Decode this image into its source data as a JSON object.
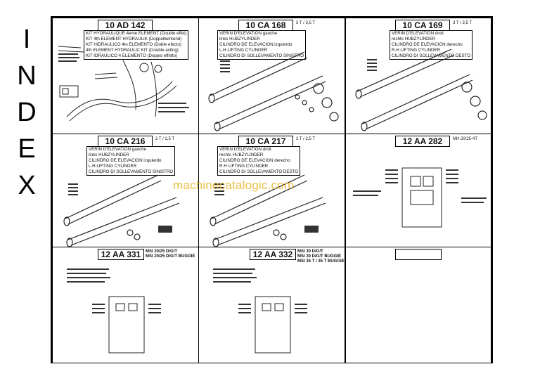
{
  "side_title": [
    "I",
    "N",
    "D",
    "E",
    "X"
  ],
  "watermark": "machinecatalogic.com",
  "cells": [
    {
      "ref": "10 AD 142",
      "sub": "",
      "lines": [
        "KIT HYDRAULIQUE 4eme ELEMENT (Double effet)",
        "KIT 4th ELEMENT HYDRAULIK (Doppeltwirkend)",
        "KIT HIDRAULICO 4to ELEMENTO (Doble efecto)",
        "4th ELEMENT HYDRAULIC KIT (Double acting)",
        "KIT IDRAULICO 4 ELEMENTO (Doppio effetto)"
      ]
    },
    {
      "ref": "10 CA 168",
      "sub": "3 T / 3,5 T",
      "lines": [
        "VERIN D'ELEVATION gauche",
        "links HUBZYLINDER",
        "CILINDRO DE ELEVACION izquierdo",
        "L.H LIFTING CYLINDER",
        "CILINDRO DI SOLLEVAMENTO SINISTRO"
      ]
    },
    {
      "ref": "10 CA 169",
      "sub": "3 T / 3,5 T",
      "lines": [
        "VERIN D'ELEVATION droit",
        "rechts HUBZYLINDER",
        "CILINDRO DE ELEVACION derecho",
        "R.H LIFTING CYLINDER",
        "CILINDRO DI SOLLEVAMENTO DESTO"
      ]
    },
    {
      "ref": "10 CA 216",
      "sub": "2 T / 2,5 T",
      "lines": [
        "VERIN D'ELEVATION gauche",
        "links HUBZYLINDER",
        "CILINDRO DE ELEVACION izquierdo",
        "L.H LIFTING CYLINDER",
        "CILINDRO DI SOLLEVAMENTO SINISTRO"
      ]
    },
    {
      "ref": "10 CA 217",
      "sub": "2 T / 2,5 T",
      "lines": [
        "VERIN D'ELEVATION droit",
        "rechts HUBZYLINDER",
        "CILINDRO DE ELEVACION derecho",
        "R.H LIFTING CYLINDER",
        "CILINDRO DI SOLLEVAMENTO DESTO"
      ]
    },
    {
      "ref": "12 AA 282",
      "sub": "MH 20/25-4T",
      "lines": []
    },
    {
      "ref": "12 AA 331",
      "sub": "MSI 20/25 D/G/T\nMSI 20/25 D/G/T BUGGIE",
      "lines": []
    },
    {
      "ref": "12 AA 332",
      "sub": "MSI 30 D/G/T\nMSI 30 D/G/T BUGGIE\nMSI 35 T / 35 T BUGGIE",
      "lines": []
    },
    {
      "ref": "",
      "sub": "",
      "lines": []
    }
  ]
}
